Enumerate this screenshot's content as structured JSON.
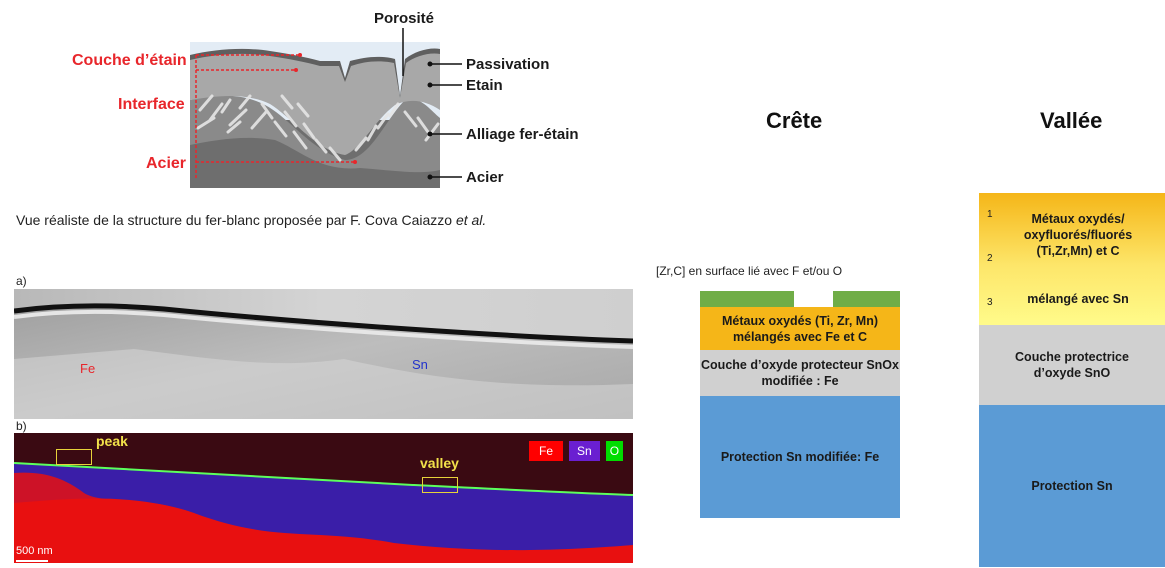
{
  "structure_diagram": {
    "porosity_label": "Porosité",
    "left_labels": {
      "tin_layer": "Couche d’étain",
      "interface": "Interface",
      "steel": "Acier"
    },
    "right_labels": {
      "passivation": "Passivation",
      "tin": "Etain",
      "alloy": "Alliage fer-étain",
      "steel": "Acier"
    },
    "caption_text": "Vue réaliste de la structure du fer-blanc proposée par F. Cova Caiazzo ",
    "caption_italic": "et al."
  },
  "sem": {
    "panel_a_label": "a)",
    "panel_b_label": "b)",
    "fe_label": "Fe",
    "sn_label": "Sn",
    "peak_label": "peak",
    "valley_label": "valley",
    "legend": [
      {
        "label": "Fe",
        "color": "#ff0000"
      },
      {
        "label": "Sn",
        "color": "#6a1fd1"
      },
      {
        "label": "O",
        "color": "#00dd00"
      }
    ],
    "scale_bar": "500 nm"
  },
  "crete": {
    "title": "Crête",
    "surface_label": "[Zr,C]  en surface lié avec F et/ou O",
    "layers": [
      {
        "text": "Métaux oxydés (Ti, Zr, Mn) mélangés avec Fe et C",
        "color": "#f5b618"
      },
      {
        "text": "Couche d’oxyde protecteur SnOx modifiée : Fe",
        "color": "#d0d0d0"
      },
      {
        "text": "Protection Sn modifiée: Fe",
        "color": "#5b9bd5"
      }
    ],
    "surface_color": "#70ad47"
  },
  "vallee": {
    "title": "Vallée",
    "layers": [
      {
        "text_1": "Métaux oxydés/",
        "text_2": "oxyfluorés/fluorés",
        "text_3": "(Ti,Zr,Mn)  et C",
        "text_4": "mélangé avec Sn",
        "num_1": "1",
        "num_2": "2",
        "num_3": "3",
        "color_top": "#f5b618",
        "color_bottom": "#fffb8a"
      },
      {
        "text": "Couche protectrice d’oxyde SnO",
        "color": "#d0d0d0"
      },
      {
        "text": "Protection Sn",
        "color": "#5b9bd5"
      }
    ]
  }
}
